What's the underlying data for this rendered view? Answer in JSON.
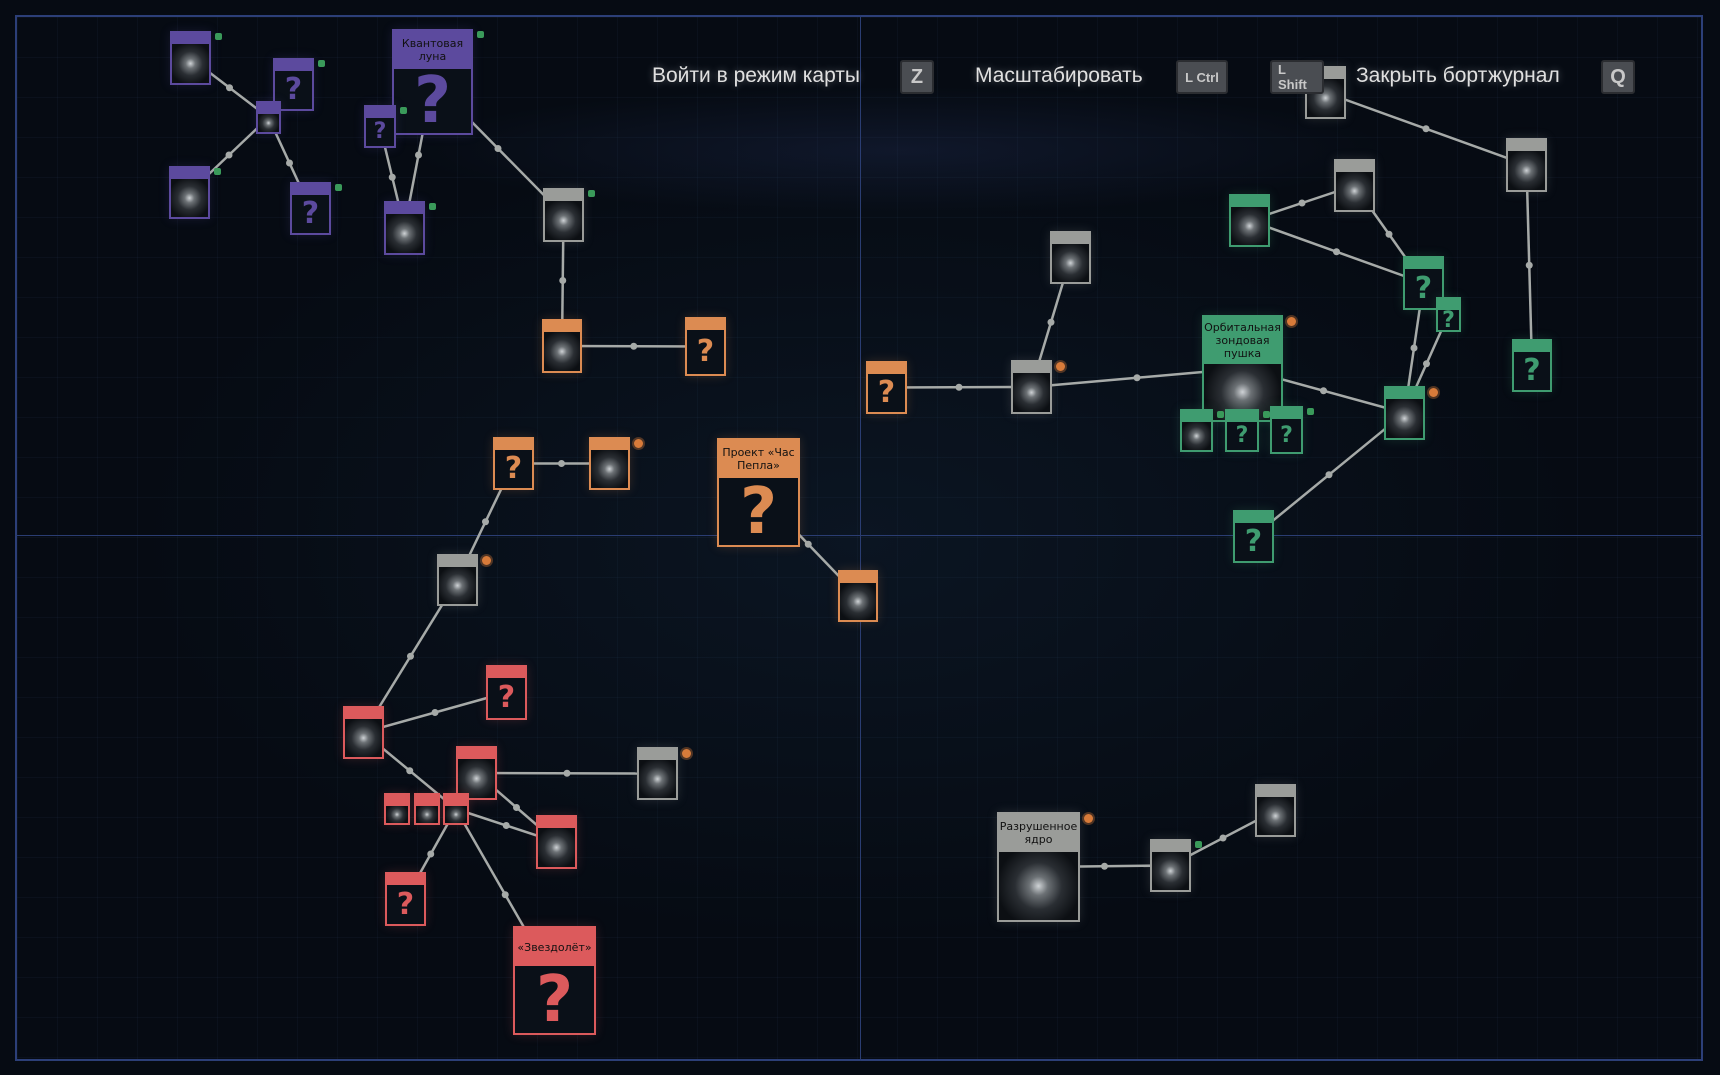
{
  "header": {
    "map_mode_label": "Войти в режим карты",
    "map_mode_key": "Z",
    "zoom_label": "Масштабировать",
    "zoom_key": "L Ctrl",
    "shift_key": "L Shift",
    "close_label": "Закрыть бортжурнал",
    "close_key": "Q"
  },
  "colors": {
    "purple": "#5c4a9e",
    "green": "#3f9c70",
    "orange": "#dc8b52",
    "red": "#dc5a5c",
    "grey": "#9a9c99"
  },
  "unknown_symbol": "?",
  "nodes": [
    {
      "id": "A",
      "color": "purple",
      "kind": "image",
      "badge": "more"
    },
    {
      "id": "B",
      "color": "purple",
      "kind": "unknown",
      "badge": "more"
    },
    {
      "id": "C",
      "color": "purple",
      "kind": "image"
    },
    {
      "id": "D",
      "color": "purple",
      "kind": "image",
      "badge": "more"
    },
    {
      "id": "E",
      "color": "purple",
      "kind": "unknown",
      "badge": "more"
    },
    {
      "id": "F",
      "color": "purple",
      "kind": "unknown",
      "title": "Квантовая луна",
      "badge": "more",
      "size": "big"
    },
    {
      "id": "G",
      "color": "purple",
      "kind": "unknown",
      "badge": "more",
      "size": "small"
    },
    {
      "id": "H",
      "color": "purple",
      "kind": "image",
      "badge": "more"
    },
    {
      "id": "I",
      "color": "grey",
      "kind": "image",
      "badge": "more"
    },
    {
      "id": "J",
      "color": "orange",
      "kind": "image"
    },
    {
      "id": "K",
      "color": "orange",
      "kind": "unknown"
    },
    {
      "id": "L",
      "color": "orange",
      "kind": "unknown"
    },
    {
      "id": "M",
      "color": "orange",
      "kind": "image",
      "badge": "new"
    },
    {
      "id": "N",
      "color": "orange",
      "kind": "unknown",
      "title": "Проект «Час Пепла»",
      "size": "big"
    },
    {
      "id": "O",
      "color": "orange",
      "kind": "image"
    },
    {
      "id": "P",
      "color": "orange",
      "kind": "unknown"
    },
    {
      "id": "Q",
      "color": "grey",
      "kind": "image",
      "badge": "new"
    },
    {
      "id": "R",
      "color": "red",
      "kind": "image"
    },
    {
      "id": "S",
      "color": "red",
      "kind": "unknown"
    },
    {
      "id": "T",
      "color": "red",
      "kind": "image"
    },
    {
      "id": "U",
      "color": "grey",
      "kind": "image",
      "badge": "new"
    },
    {
      "id": "V1",
      "color": "red",
      "kind": "image",
      "size": "small"
    },
    {
      "id": "V2",
      "color": "red",
      "kind": "image",
      "size": "small"
    },
    {
      "id": "V3",
      "color": "red",
      "kind": "image",
      "size": "small"
    },
    {
      "id": "W",
      "color": "red",
      "kind": "image"
    },
    {
      "id": "X",
      "color": "red",
      "kind": "unknown"
    },
    {
      "id": "Y",
      "color": "red",
      "kind": "unknown",
      "title": "«Звездолёт»",
      "size": "big"
    },
    {
      "id": "Z",
      "color": "grey",
      "kind": "image",
      "title": "Разрушенное ядро",
      "badge": "new",
      "size": "big"
    },
    {
      "id": "AA",
      "color": "grey",
      "kind": "image",
      "badge": "more"
    },
    {
      "id": "AB",
      "color": "grey",
      "kind": "image"
    },
    {
      "id": "AC",
      "color": "grey",
      "kind": "image"
    },
    {
      "id": "AD",
      "color": "grey",
      "kind": "image",
      "badge": "new"
    },
    {
      "id": "AE",
      "color": "green",
      "kind": "image",
      "title": "Орбитальная зондовая пушка",
      "badge": "new",
      "size": "big"
    },
    {
      "id": "AF",
      "color": "green",
      "kind": "image",
      "badge": "more",
      "size": "small"
    },
    {
      "id": "AG",
      "color": "green",
      "kind": "unknown",
      "badge": "more",
      "size": "small"
    },
    {
      "id": "AH",
      "color": "green",
      "kind": "unknown",
      "badge": "more",
      "size": "small"
    },
    {
      "id": "AI",
      "color": "green",
      "kind": "image",
      "badge": "new"
    },
    {
      "id": "AJ",
      "color": "green",
      "kind": "unknown"
    },
    {
      "id": "AK",
      "color": "green",
      "kind": "unknown",
      "size": "small"
    },
    {
      "id": "AL",
      "color": "green",
      "kind": "image"
    },
    {
      "id": "AM",
      "color": "grey",
      "kind": "image"
    },
    {
      "id": "AN",
      "color": "green",
      "kind": "unknown"
    },
    {
      "id": "AO",
      "color": "grey",
      "kind": "image"
    },
    {
      "id": "AP",
      "color": "green",
      "kind": "unknown"
    },
    {
      "id": "AQ",
      "color": "grey",
      "kind": "image"
    }
  ],
  "edges": [
    [
      "A",
      "C"
    ],
    [
      "C",
      "D"
    ],
    [
      "C",
      "E"
    ],
    [
      "G",
      "H"
    ],
    [
      "F",
      "H"
    ],
    [
      "F",
      "I"
    ],
    [
      "I",
      "J"
    ],
    [
      "J",
      "K"
    ],
    [
      "L",
      "M"
    ],
    [
      "L",
      "Q"
    ],
    [
      "N",
      "O"
    ],
    [
      "Q",
      "R"
    ],
    [
      "R",
      "S"
    ],
    [
      "R",
      "V3"
    ],
    [
      "T",
      "U"
    ],
    [
      "T",
      "W"
    ],
    [
      "V3",
      "W"
    ],
    [
      "V3",
      "X"
    ],
    [
      "V3",
      "Y"
    ],
    [
      "Z",
      "AA"
    ],
    [
      "AA",
      "AB"
    ],
    [
      "AC",
      "AD"
    ],
    [
      "P",
      "AD"
    ],
    [
      "AD",
      "AE"
    ],
    [
      "AE",
      "AI"
    ],
    [
      "AI",
      "AJ"
    ],
    [
      "AI",
      "AK"
    ],
    [
      "AI",
      "AN"
    ],
    [
      "AL",
      "AM"
    ],
    [
      "AL",
      "AJ"
    ],
    [
      "AM",
      "AJ"
    ],
    [
      "AO",
      "AQ"
    ],
    [
      "AO",
      "AP"
    ]
  ]
}
